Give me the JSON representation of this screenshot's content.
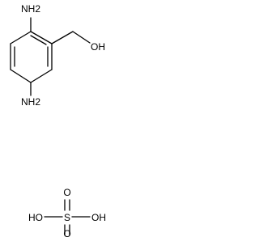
{
  "molecule": {
    "labels": {
      "top_amine": "NH2",
      "bottom_amine": "NH2",
      "hydroxyl": "OH"
    },
    "bond_color": "#000000"
  },
  "acid": {
    "labels": {
      "sulfur": "S",
      "oxygen_top": "O",
      "oxygen_bottom": "O",
      "left_hydroxyl": "HO",
      "right_hydroxyl": "OH"
    }
  }
}
